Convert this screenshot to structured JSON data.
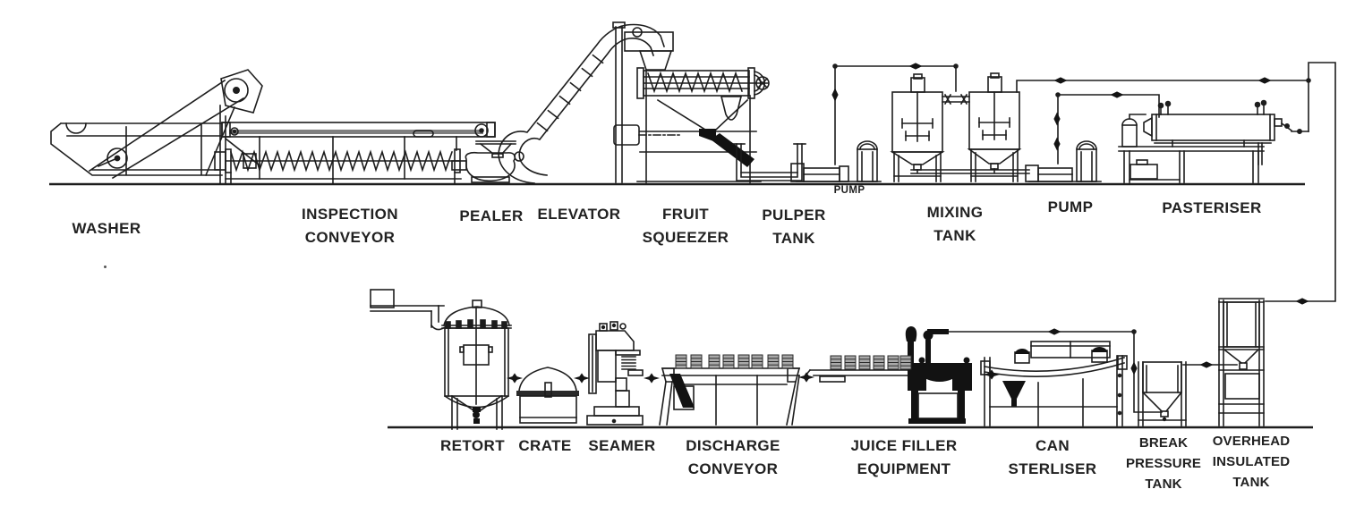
{
  "diagram": {
    "type": "process-flow-line-drawing",
    "rows": [
      {
        "name": "top-row",
        "flow_direction": "left-to-right"
      },
      {
        "name": "bottom-row",
        "flow_direction": "right-to-left"
      }
    ],
    "colors": {
      "ink": "#1d1d1d",
      "solid_black": "#121212",
      "can_gray": "#a8a8a8",
      "belt_gray": "#7f7f7f",
      "background": "#ffffff"
    }
  },
  "equipment": {
    "top": [
      {
        "id": "washer",
        "label": "WASHER"
      },
      {
        "id": "inspection-conveyor",
        "label": "INSPECTION\nCONVEYOR"
      },
      {
        "id": "pealer",
        "label": "PEALER"
      },
      {
        "id": "elevator",
        "label": "ELEVATOR"
      },
      {
        "id": "fruit-squeezer",
        "label": "FRUIT\nSQUEEZER"
      },
      {
        "id": "pulper-tank",
        "label": "PULPER\nTANK"
      },
      {
        "id": "pulper-pump",
        "label": "PUMP"
      },
      {
        "id": "mixing-tank",
        "label": "MIXING\nTANK"
      },
      {
        "id": "pump",
        "label": "PUMP"
      },
      {
        "id": "pasteriser",
        "label": "PASTERISER"
      }
    ],
    "bottom": [
      {
        "id": "retort",
        "label": "RETORT"
      },
      {
        "id": "crate",
        "label": "CRATE"
      },
      {
        "id": "seamer",
        "label": "SEAMER"
      },
      {
        "id": "discharge-conveyor",
        "label": "DISCHARGE\nCONVEYOR"
      },
      {
        "id": "juice-filler-equipment",
        "label": "JUICE FILLER\nEQUIPMENT"
      },
      {
        "id": "can-steriliser",
        "label": "CAN\nSTERLISER"
      },
      {
        "id": "break-pressure-tank",
        "label": "BREAK\nPRESSURE\nTANK"
      },
      {
        "id": "overhead-insulated-tank",
        "label": "OVERHEAD\nINSULATED\nTANK"
      }
    ]
  }
}
